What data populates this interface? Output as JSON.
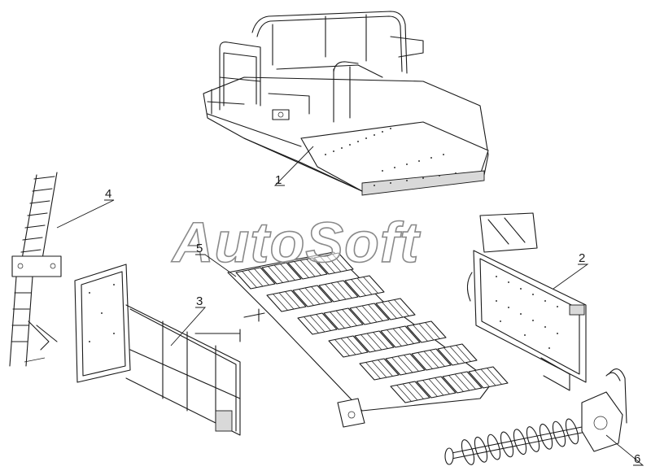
{
  "watermark": {
    "text": "AutoSoft"
  },
  "callouts": [
    {
      "id": "1",
      "label": "1"
    },
    {
      "id": "2",
      "label": "2"
    },
    {
      "id": "3",
      "label": "3"
    },
    {
      "id": "4",
      "label": "4"
    },
    {
      "id": "5",
      "label": "5"
    },
    {
      "id": "6",
      "label": "6"
    }
  ]
}
